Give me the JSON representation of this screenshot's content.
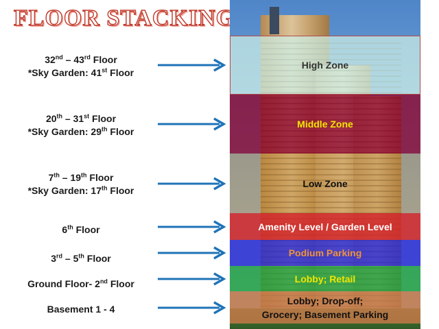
{
  "title": "FLOOR STACKING",
  "rows": [
    {
      "floors": {
        "l1": [
          "32",
          "nd",
          " – 43",
          "rd",
          " Floor"
        ],
        "l2": [
          "*Sky Garden: 41",
          "st",
          " Floor"
        ]
      },
      "zone": "High Zone",
      "zone_color": "#333333",
      "zone_bg": "rgba(205,240,230,0.72)"
    },
    {
      "floors": {
        "l1": [
          "20",
          "th",
          " – 31",
          "st",
          " Floor"
        ],
        "l2": [
          "*Sky Garden: 29",
          "th",
          " Floor"
        ]
      },
      "zone": "Middle Zone",
      "zone_color": "#f2e600",
      "zone_bg": "rgba(140,0,40,0.78)"
    },
    {
      "floors": {
        "l1": [
          "7",
          "th",
          " – 19",
          "th",
          " Floor"
        ],
        "l2": [
          "*Sky Garden: 17",
          "th",
          " Floor"
        ]
      },
      "zone": "Low Zone",
      "zone_color": "#111111",
      "zone_bg": "rgba(190,130,40,0.45)"
    },
    {
      "floors": {
        "l1": [
          "6",
          "th",
          " Floor"
        ]
      },
      "zone": "Amenity Level / Garden Level",
      "zone_color": "#ffffff",
      "zone_bg": "rgba(210,40,40,0.88)"
    },
    {
      "floors": {
        "l1": [
          "3",
          "rd",
          " – 5",
          "th",
          " Floor"
        ]
      },
      "zone": "Podium Parking",
      "zone_color": "#f0923a",
      "zone_bg": "rgba(40,40,210,0.82)"
    },
    {
      "floors": {
        "l1": [
          "Ground Floor- 2",
          "nd",
          " Floor"
        ]
      },
      "zone": "Lobby; Retail",
      "zone_color": "#f2e600",
      "zone_bg": "rgba(30,160,60,0.82)"
    },
    {
      "floors": {
        "l1": [
          "Basement 1 - 4"
        ]
      },
      "zone": "Lobby; Drop-off;\nGrocery; Basement Parking",
      "zone_color": "#111111",
      "zone_bg": "rgba(195,120,70,0.85)"
    }
  ],
  "colors": {
    "arrow": "#1f73b7",
    "title_stroke": "#c0392b"
  },
  "icons": {
    "arrow": "arrow-right-icon"
  }
}
